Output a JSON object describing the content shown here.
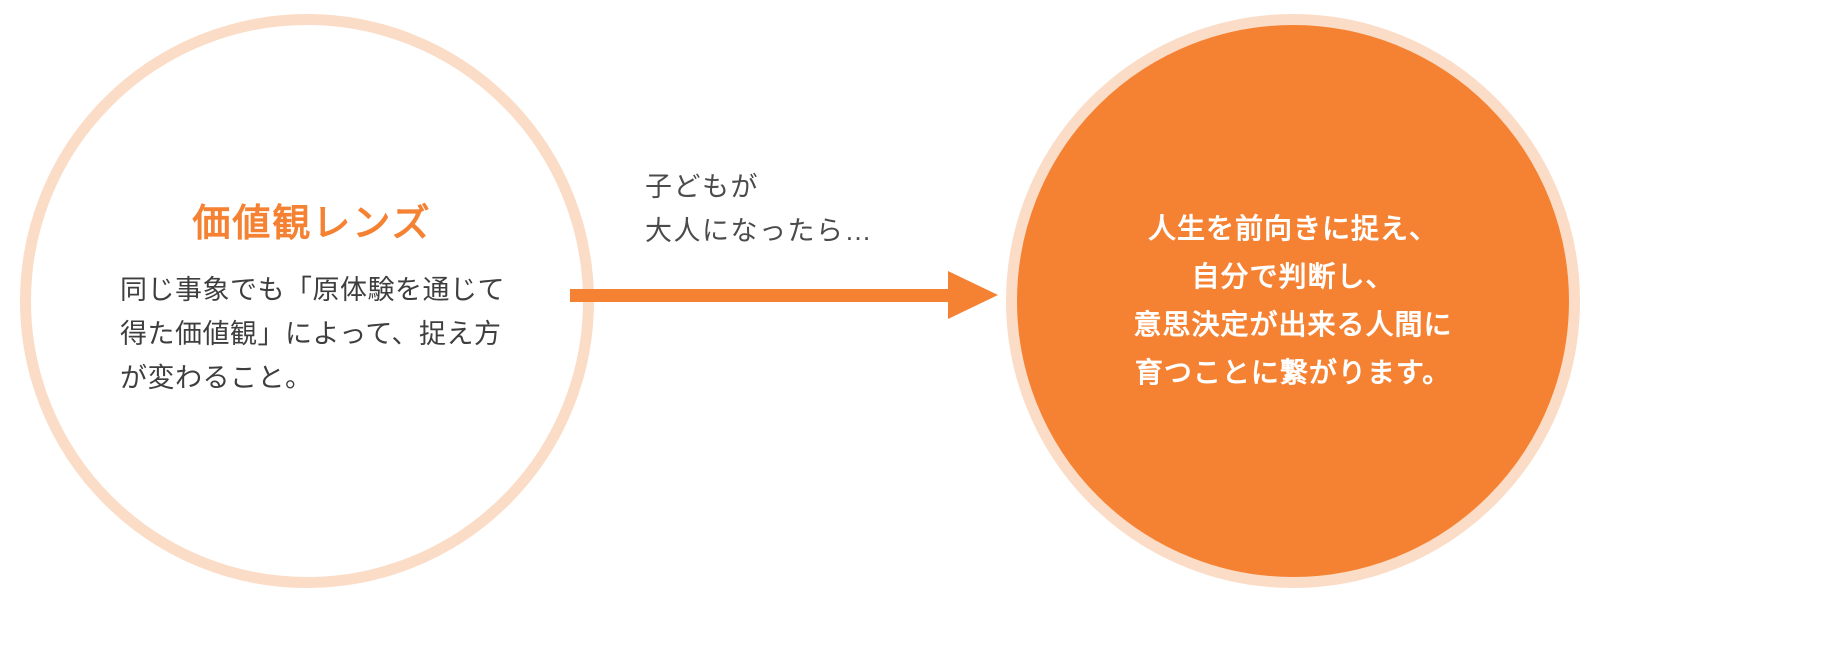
{
  "diagram": {
    "type": "two-node-flow",
    "colors": {
      "accent_orange": "#f58233",
      "circle_border_peach": "#fbdcc6",
      "body_text_gray": "#3e3e3e",
      "caption_text_gray": "#4b4b4b",
      "right_circle_text": "#ffffff",
      "background": "#ffffff"
    },
    "left_node": {
      "heading": "価値観レンズ",
      "body": "同じ事象でも「原体験を通じて得た価値観」によって、捉え方が変わること。",
      "fill": "white",
      "border": "peach"
    },
    "connector": {
      "caption": "子どもが\n大人になったら…",
      "direction": "left-to-right",
      "style": "solid-arrow",
      "color": "#f58233"
    },
    "right_node": {
      "body": "人生を前向きに捉え、\n自分で判断し、\n意思決定が出来る人間に\n育つことに繋がります。",
      "fill": "orange",
      "border": "peach"
    }
  }
}
